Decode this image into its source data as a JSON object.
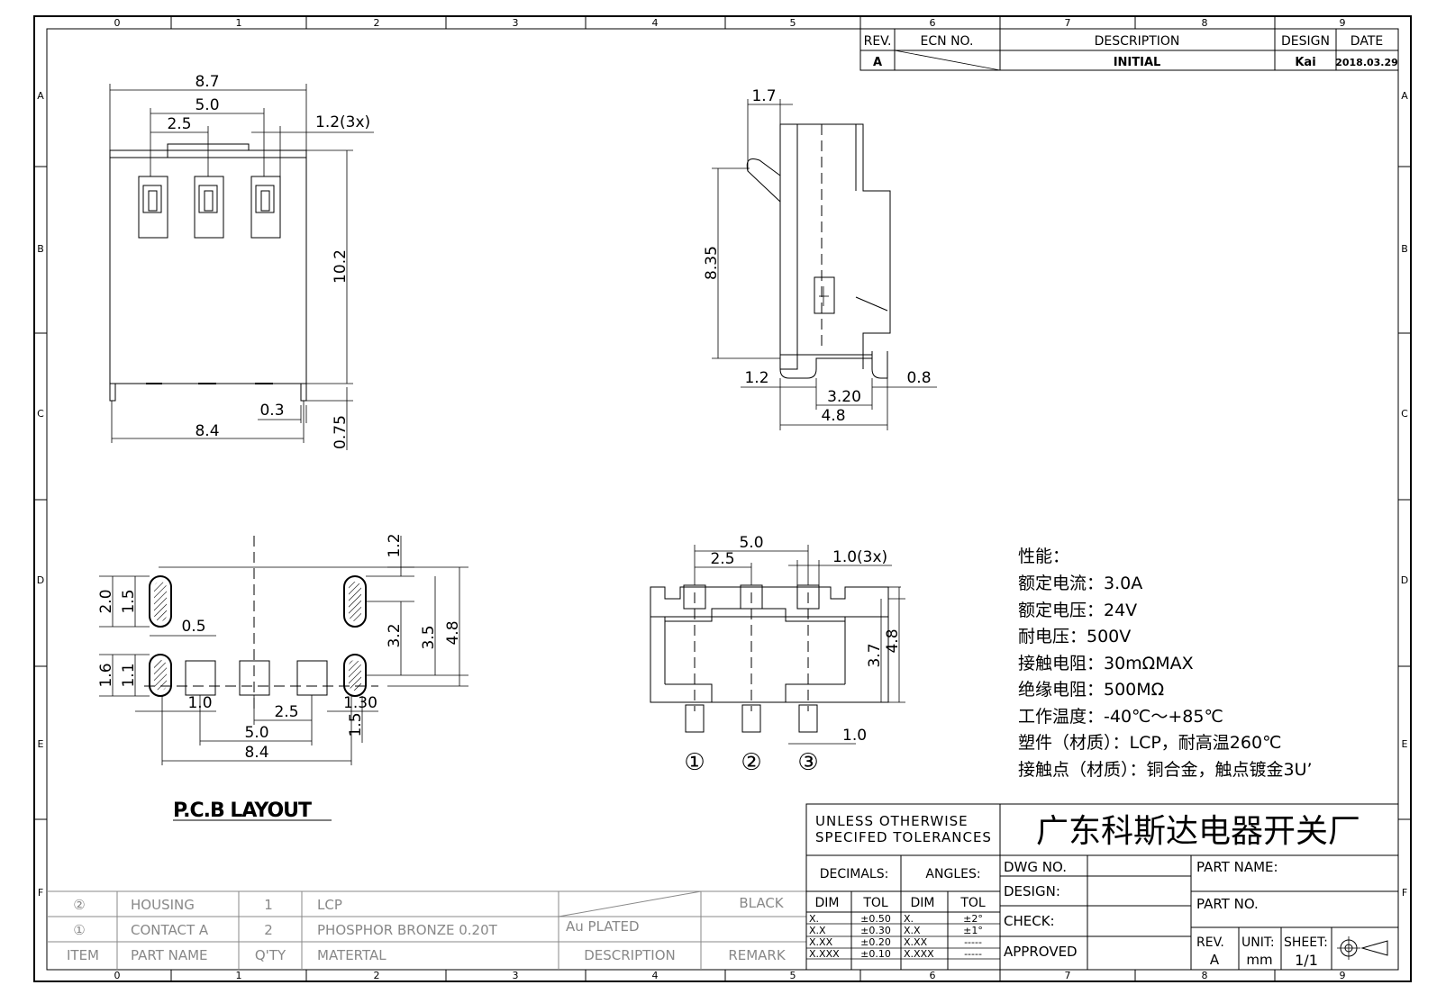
{
  "border": {
    "cols": [
      "0",
      "1",
      "2",
      "3",
      "4",
      "5",
      "6",
      "7",
      "8",
      "9"
    ],
    "rows": [
      "A",
      "B",
      "C",
      "D",
      "E",
      "F"
    ]
  },
  "revision_table": {
    "headers": {
      "rev": "REV.",
      "ecn": "ECN NO.",
      "description": "DESCRIPTION",
      "design": "DESIGN",
      "date": "DATE"
    },
    "row": {
      "rev": "A",
      "description": "INITIAL",
      "design": "Kai",
      "date": "2018.03.29"
    }
  },
  "top_view": {
    "dims": {
      "width": "8.7",
      "pitch_total": "5.0",
      "pitch": "2.5",
      "pin_width": "1.2(3x)",
      "height": "10.2",
      "base_width": "8.4",
      "lead_width": "0.3",
      "lead_height": "0.75"
    }
  },
  "side_view": {
    "dims": {
      "tab": "1.7",
      "height": "8.35",
      "left_foot": "1.2",
      "right_foot": "0.8",
      "foot_span": "3.20",
      "depth": "4.8"
    }
  },
  "pcb_layout": {
    "title": "P.C.B LAYOUT",
    "dims": {
      "oval_len": "2.0",
      "oval_w": "1.5",
      "oval_gap": "0.5",
      "oval2_len": "1.6",
      "oval2_w": "1.1",
      "top_off": "1.2",
      "v1": "3.2",
      "v2": "3.5",
      "v3": "4.8",
      "pad": "1.0",
      "pitch": "2.5",
      "pitch_total": "5.0",
      "total": "8.4",
      "pad_h": "1.30",
      "pad_h2": "1.5"
    }
  },
  "front_view": {
    "dims": {
      "pitch_total": "5.0",
      "pitch": "2.5",
      "pin_width": "1.0(3x)",
      "h1": "3.7",
      "h2": "4.8",
      "lead": "1.0"
    },
    "pins": [
      "①",
      "②",
      "③"
    ]
  },
  "specs": {
    "title": "性能：",
    "lines": [
      "额定电流：3.0A",
      "额定电压：24V",
      "耐电压：500V",
      "接触电阻：30mΩMAX",
      "绝缘电阻：500MΩ",
      "工作温度：-40℃～+85℃",
      "塑件（材质）：LCP，耐高温260℃",
      "接触点（材质）：铜合金，触点镀金3U’"
    ]
  },
  "bom": {
    "rows": [
      {
        "item": "②",
        "name": "HOUSING",
        "qty": "1",
        "material": "LCP",
        "description": "",
        "remark": "BLACK"
      },
      {
        "item": "①",
        "name": "CONTACT A",
        "qty": "2",
        "material": "PHOSPHOR BRONZE 0.20T",
        "description": "Au PLATED",
        "remark": ""
      }
    ],
    "header": {
      "item": "ITEM",
      "name": "PART NAME",
      "qty": "Q'TY",
      "material": "MATERTAL",
      "description": "DESCRIPTION",
      "remark": "REMARK"
    }
  },
  "title_block": {
    "tol_note_1": "UNLESS OTHERWISE",
    "tol_note_2": "SPECIFED TOLERANCES",
    "company": "广东科斯达电器开关厂",
    "decimals": "DECIMALS:",
    "angles": "ANGLES:",
    "dim": "DIM",
    "tol": "TOL",
    "dec_rows": [
      [
        "X.",
        "±0.50"
      ],
      [
        "X.X",
        "±0.30"
      ],
      [
        "X.XX",
        "±0.20"
      ],
      [
        "X.XXX",
        "±0.10"
      ]
    ],
    "ang_rows": [
      [
        "X.",
        "±2°"
      ],
      [
        "X.X",
        "±1°"
      ],
      [
        "X.XX",
        "-----"
      ],
      [
        "X.XXX",
        "-----"
      ]
    ],
    "dwg_no": "DWG NO.",
    "design": "DESIGN:",
    "check": "CHECK:",
    "approved": "APPROVED",
    "part_name": "PART NAME:",
    "part_no": "PART NO.",
    "rev_label": "REV.",
    "rev_value": "A",
    "unit_label": "UNIT:",
    "unit_value": "mm",
    "sheet_label": "SHEET:",
    "sheet_value": "1/1"
  }
}
